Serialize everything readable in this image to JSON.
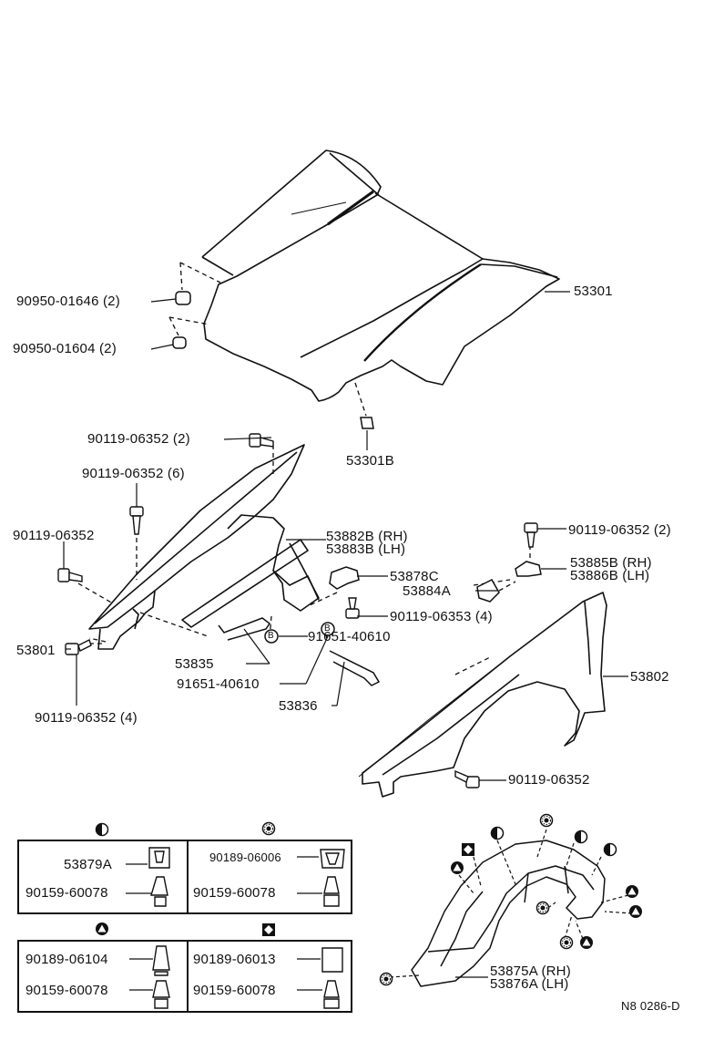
{
  "parts": {
    "hood_stop_upper": "90950-01646 (2)",
    "hood_stop_lower": "90950-01604 (2)",
    "hood": "53301",
    "hood_clip": "53301B",
    "bolt_shield_top": "90119-06352 (2)",
    "bolt_shield_6": "90119-06352 (6)",
    "bolt_shield_left": "90119-06352",
    "seal_rh": "53882B (RH)",
    "seal_lh": "53883B (LH)",
    "bracket_c": "53878C",
    "panel_left": "53801",
    "rod_53835": "53835",
    "retainer_upper": "91651-40610",
    "retainer_lower": "91651-40610",
    "rod_53836": "53836",
    "bolt_shield_bottom": "90119-06352 (4)",
    "bolt_fender_top": "90119-06352 (2)",
    "bracket_rh": "53885B (RH)",
    "bracket_lh": "53886B (LH)",
    "bracket_a": "53884A",
    "bolt_bracket": "90119-06353 (4)",
    "fender": "53802",
    "bolt_fender_bottom": "90119-06352",
    "liner_rh": "53875A (RH)",
    "liner_lh": "53876A (LH)",
    "drawing_code": "N8  0286-D"
  },
  "legend": {
    "half_circle": {
      "top": "53879A",
      "bottom": "90159-60078"
    },
    "star_circle": {
      "top": "90189-06006",
      "bottom": "90159-60078"
    },
    "triangle": {
      "top": "90189-06104",
      "bottom": "90159-60078"
    },
    "diamond": {
      "top": "90189-06013",
      "bottom": "90159-60078"
    }
  },
  "markers": {
    "retainer": "B"
  }
}
